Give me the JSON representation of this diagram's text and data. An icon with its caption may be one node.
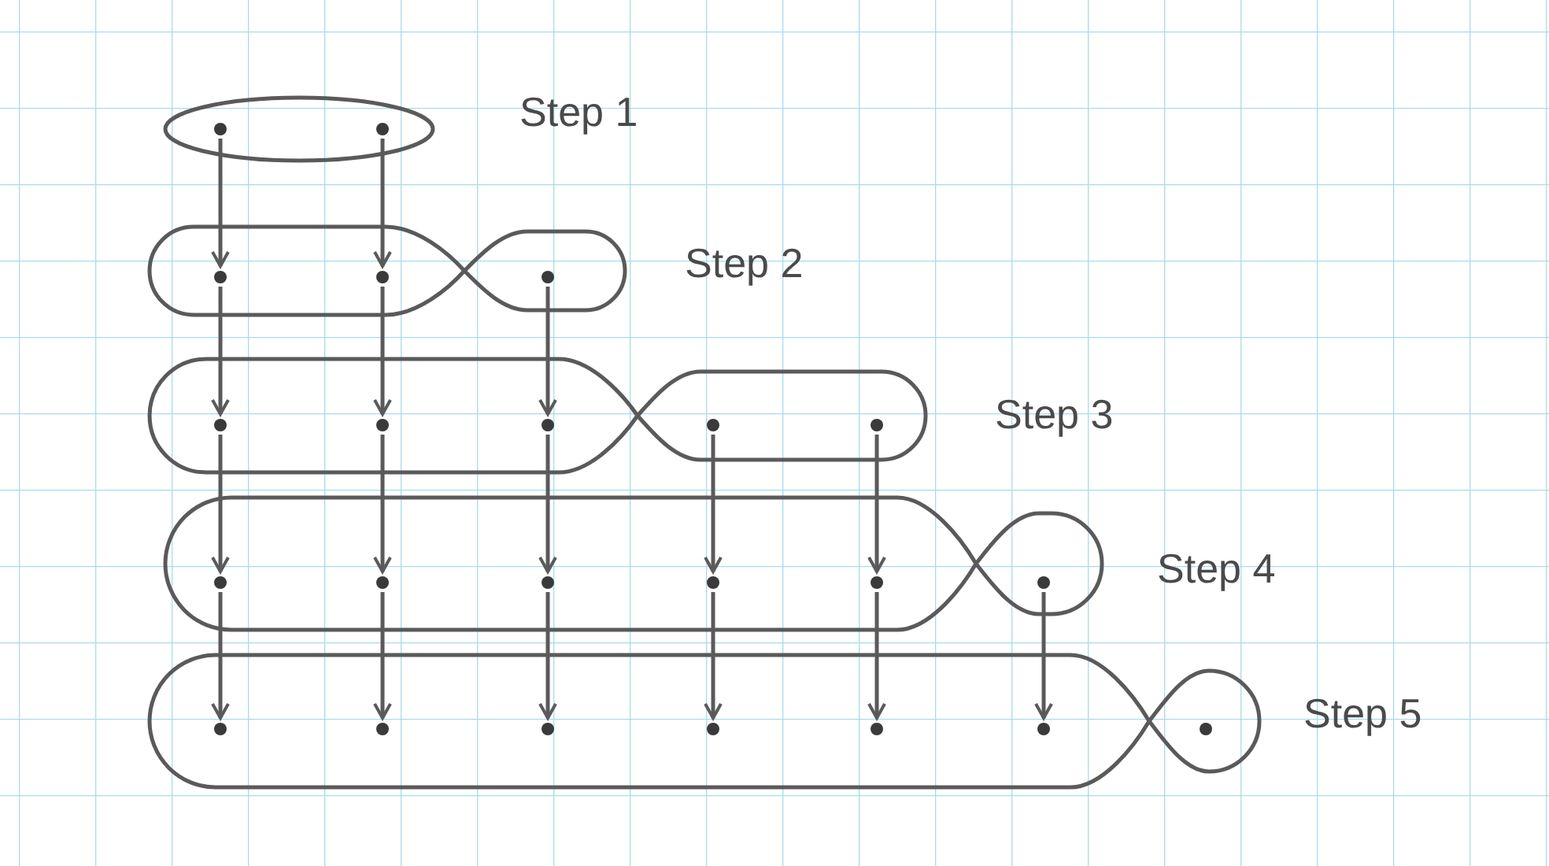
{
  "diagram": {
    "nodes": [
      {
        "text": [],
        "shape": "loop",
        "beside": [
          "Step 1"
        ]
      },
      {
        "text": [],
        "shape": "circle",
        "in": 0
      },
      {
        "text": [],
        "shape": "circle",
        "in": 0
      },
      {
        "text": [],
        "shape": "loop",
        "beside": [
          "Step 2"
        ]
      },
      {
        "text": [],
        "shape": "circle",
        "in": 3
      },
      {
        "text": [],
        "shape": "circle",
        "in": 3
      },
      {
        "text": [],
        "shape": "circle",
        "in": 3
      },
      {
        "text": [],
        "shape": "loop",
        "beside": [
          "Step 3"
        ]
      },
      {
        "text": [],
        "shape": "circle",
        "in": 7
      },
      {
        "text": [],
        "shape": "circle",
        "in": 7
      },
      {
        "text": [],
        "shape": "circle",
        "in": 7
      },
      {
        "text": [],
        "shape": "circle",
        "in": 7
      },
      {
        "text": [],
        "shape": "circle",
        "in": 7
      },
      {
        "text": [],
        "shape": "loop",
        "beside": [
          "Step 4"
        ]
      },
      {
        "text": [],
        "shape": "circle",
        "in": 13
      },
      {
        "text": [],
        "shape": "circle",
        "in": 13
      },
      {
        "text": [],
        "shape": "circle",
        "in": 13
      },
      {
        "text": [],
        "shape": "circle",
        "in": 13
      },
      {
        "text": [],
        "shape": "circle",
        "in": 13
      },
      {
        "text": [],
        "shape": "circle",
        "in": 13
      },
      {
        "text": [],
        "shape": "loop",
        "beside": [
          "Step 5"
        ]
      },
      {
        "text": [],
        "shape": "circle",
        "in": 20
      },
      {
        "text": [],
        "shape": "circle",
        "in": 20
      },
      {
        "text": [],
        "shape": "circle",
        "in": 20
      },
      {
        "text": [],
        "shape": "circle",
        "in": 20
      },
      {
        "text": [],
        "shape": "circle",
        "in": 20
      },
      {
        "text": [],
        "shape": "circle",
        "in": 20
      },
      {
        "text": [],
        "shape": "circle",
        "in": 20
      }
    ],
    "edges": [
      {
        "from": 1,
        "to": 4,
        "arrow": "to"
      },
      {
        "from": 2,
        "to": 5,
        "arrow": "to"
      },
      {
        "from": 4,
        "to": 8,
        "arrow": "to"
      },
      {
        "from": 5,
        "to": 9,
        "arrow": "to"
      },
      {
        "from": 6,
        "to": 10,
        "arrow": "to"
      },
      {
        "from": 8,
        "to": 14,
        "arrow": "to"
      },
      {
        "from": 9,
        "to": 15,
        "arrow": "to"
      },
      {
        "from": 10,
        "to": 16,
        "arrow": "to"
      },
      {
        "from": 11,
        "to": 17,
        "arrow": "to"
      },
      {
        "from": 12,
        "to": 18,
        "arrow": "to"
      },
      {
        "from": 14,
        "to": 21,
        "arrow": "to"
      },
      {
        "from": 15,
        "to": 22,
        "arrow": "to"
      },
      {
        "from": 16,
        "to": 23,
        "arrow": "to"
      },
      {
        "from": 17,
        "to": 24,
        "arrow": "to"
      },
      {
        "from": 18,
        "to": 25,
        "arrow": "to"
      },
      {
        "from": 19,
        "to": 26,
        "arrow": "to"
      }
    ]
  }
}
